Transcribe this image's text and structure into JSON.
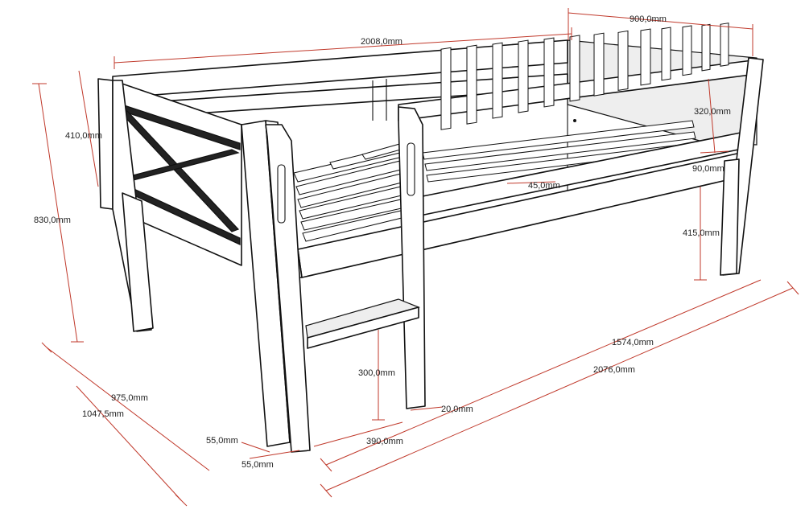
{
  "colors": {
    "dimension": "#c0392b",
    "outline": "#111111",
    "background": "#ffffff"
  },
  "dimensions": {
    "length_top": "2008,0mm",
    "width_top": "900,0mm",
    "headboard_height": "410,0mm",
    "total_height": "830,0mm",
    "rail_height": "320,0mm",
    "rail_band": "90,0mm",
    "slat_gap": "45,0mm",
    "leg_height": "415,0mm",
    "ladder_length": "1574,0mm",
    "total_length": "2076,0mm",
    "ladder_step": "300,0mm",
    "ladder_thickness": "20,0mm",
    "ladder_offset": "390,0mm",
    "width_inner": "975,0mm",
    "width_total": "1047,5mm",
    "post_width_a": "55,0mm",
    "post_width_b": "55,0mm"
  }
}
